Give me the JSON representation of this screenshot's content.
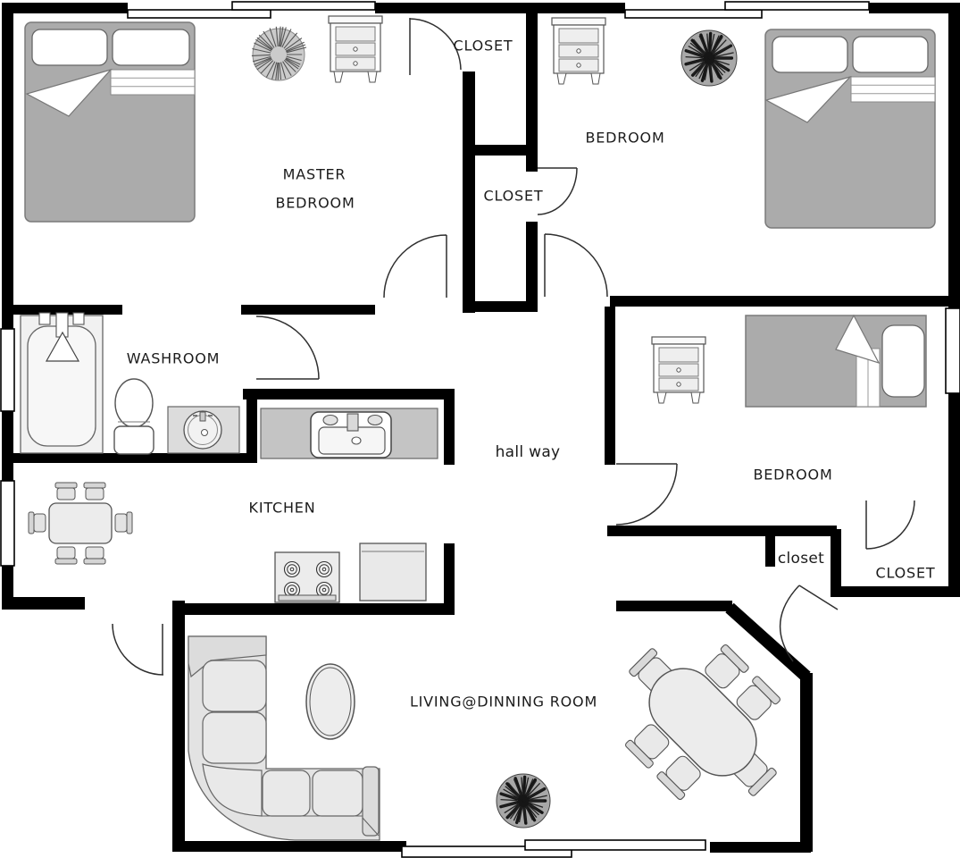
{
  "meta": {
    "type": "apartment floor plan"
  },
  "colors": {
    "wall": "#000000",
    "door": "#2f2f2f",
    "label": "#1b1b1b",
    "bed_fill": "#ababab",
    "counter_fill": "#c4c4c4",
    "furniture_fill": "#e9e9e9",
    "furniture_stroke": "#5a5a5a",
    "plant_light": "#cbcbcb",
    "plant_dark": "#a8a8a8"
  },
  "rooms": {
    "master_bedroom": {
      "label_line1": "MASTER",
      "label_line2": "BEDROOM"
    },
    "closet_top": {
      "label": "CLOSET"
    },
    "closet_mid": {
      "label": "CLOSET"
    },
    "bedroom_top_right": {
      "label": "BEDROOM"
    },
    "washroom": {
      "label": "WASHROOM"
    },
    "kitchen": {
      "label": "KITCHEN"
    },
    "hallway": {
      "label": "hall way"
    },
    "bedroom_right": {
      "label": "BEDROOM"
    },
    "closet_nook": {
      "label": "closet"
    },
    "closet_bottom_right": {
      "label": "CLOSET"
    },
    "living_dining": {
      "label": "LIVING@DINNING ROOM"
    }
  },
  "furniture": [
    "double-bed",
    "double-bed",
    "single-bed",
    "nightstand",
    "nightstand",
    "nightstand",
    "plant",
    "plant",
    "plant",
    "bathtub",
    "toilet",
    "vanity-sink",
    "kitchen-counter-sink",
    "stove",
    "fridge",
    "kitchen-table-6-chairs",
    "sectional-sofa",
    "oval-table",
    "dining-table-6-chairs"
  ]
}
